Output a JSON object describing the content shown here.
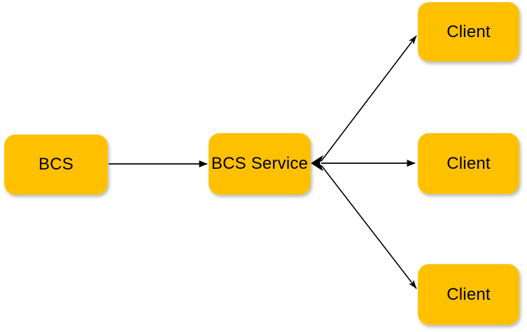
{
  "diagram": {
    "background_color": "#ffffff",
    "node_fill_color": "#FFC000",
    "node_text_color": "#000000",
    "arrow_color": "#000000",
    "nodes": [
      {
        "id": "bcs",
        "label": "BCS"
      },
      {
        "id": "bcs-service",
        "label": "BCS Service"
      },
      {
        "id": "client-1",
        "label": "Client"
      },
      {
        "id": "client-2",
        "label": "Client"
      },
      {
        "id": "client-3",
        "label": "Client"
      }
    ],
    "edges": [
      {
        "from": "bcs",
        "to": "bcs-service",
        "head": "triangle",
        "tail": "none"
      },
      {
        "from": "bcs-service",
        "to": "client-1",
        "head": "stealth",
        "tail": "stealth-reversed"
      },
      {
        "from": "bcs-service",
        "to": "client-2",
        "head": "triangle",
        "tail": "stealth-reversed"
      },
      {
        "from": "bcs-service",
        "to": "client-3",
        "head": "stealth",
        "tail": "stealth-reversed"
      }
    ]
  }
}
